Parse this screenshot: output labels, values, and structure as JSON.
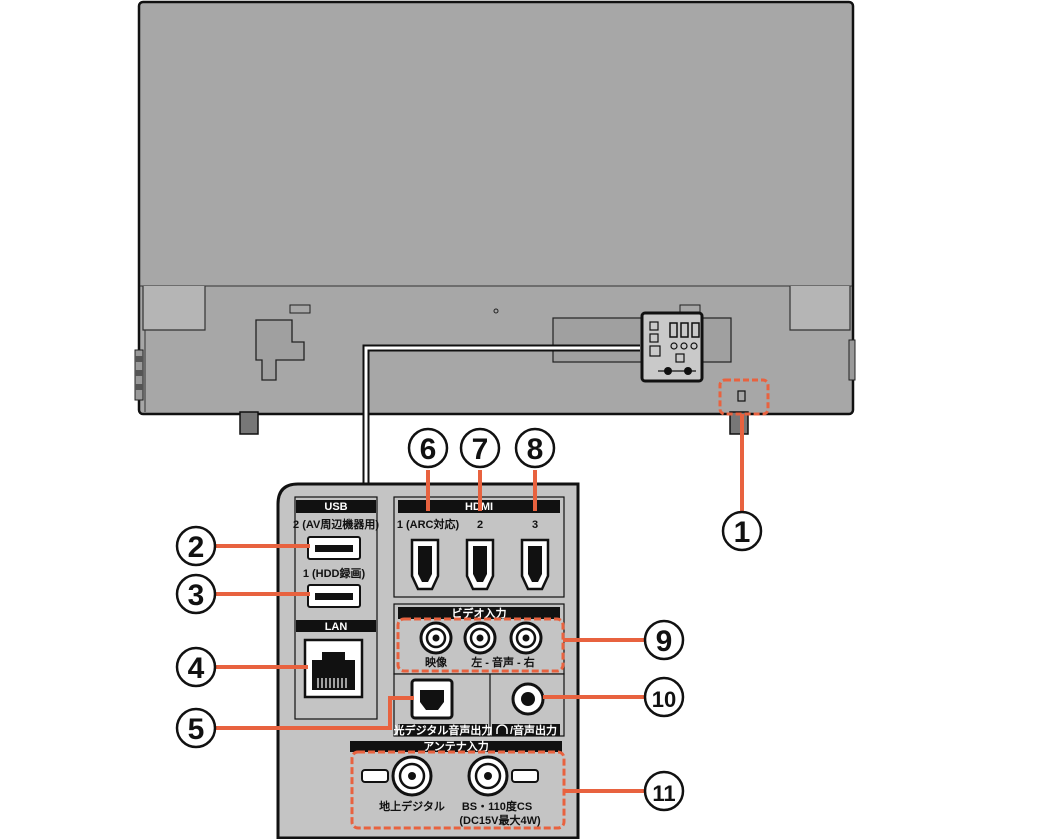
{
  "diagram": {
    "callouts": {
      "n1": "1",
      "n2": "2",
      "n3": "3",
      "n4": "4",
      "n5": "5",
      "n6": "6",
      "n7": "7",
      "n8": "8",
      "n9": "9",
      "n10": "10",
      "n11": "11"
    },
    "usb": {
      "header": "USB",
      "port2_label": "2 (AV周辺機器用)",
      "port1_label": "1 (HDD録画)"
    },
    "lan": {
      "header": "LAN"
    },
    "hdmi": {
      "header": "HDMI",
      "port1_label": "1 (ARC対応)",
      "port2_label": "2",
      "port3_label": "3"
    },
    "video_input": {
      "header": "ビデオ入力",
      "video_label": "映像",
      "audio_label": "左 - 音声 - 右"
    },
    "optical": {
      "label": "光デジタル音声出力"
    },
    "headphone": {
      "label": "/音声出力"
    },
    "antenna": {
      "header": "アンテナ入力",
      "terrestrial_label": "地上デジタル",
      "bs_label": "BS・110度CS",
      "bs_note": "(DC15V最大4W)"
    },
    "colors": {
      "tv_body": "#a7a7a7",
      "panel": "#c4c4c4",
      "leader": "#e8623f",
      "outline": "#111111"
    }
  }
}
